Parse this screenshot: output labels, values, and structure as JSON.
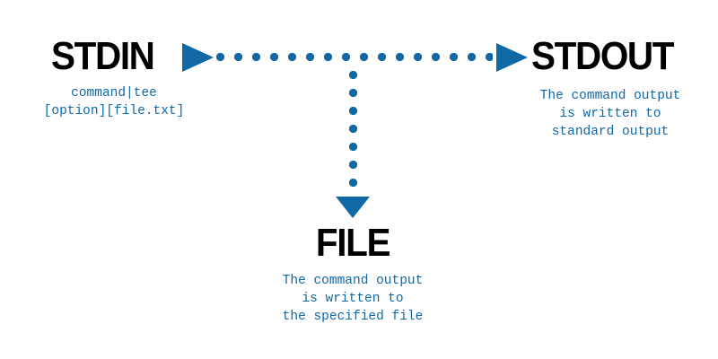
{
  "diagram": {
    "title_unseen": "",
    "colors": {
      "accent_blue": "#1068a5",
      "heading_black": "#000000",
      "background": "#ffffff"
    },
    "nodes": {
      "stdin": {
        "label": "STDIN",
        "caption": "command|tee\n[option][file.txt]"
      },
      "stdout": {
        "label": "STDOUT",
        "caption": "The command output\nis written to\nstandard output"
      },
      "file": {
        "label": "FILE",
        "caption": "The command output\nis written to\nthe specified file"
      }
    },
    "connectors": [
      {
        "name": "stdin-to-stdout",
        "style": "dotted",
        "direction": "horizontal",
        "color": "#1068a5"
      },
      {
        "name": "branch-to-file",
        "style": "dotted",
        "direction": "vertical",
        "color": "#1068a5"
      }
    ],
    "arrowheads": [
      {
        "name": "stdin-arrowhead",
        "direction": "right"
      },
      {
        "name": "stdout-arrowhead",
        "direction": "right"
      },
      {
        "name": "file-arrowhead",
        "direction": "down"
      }
    ]
  }
}
